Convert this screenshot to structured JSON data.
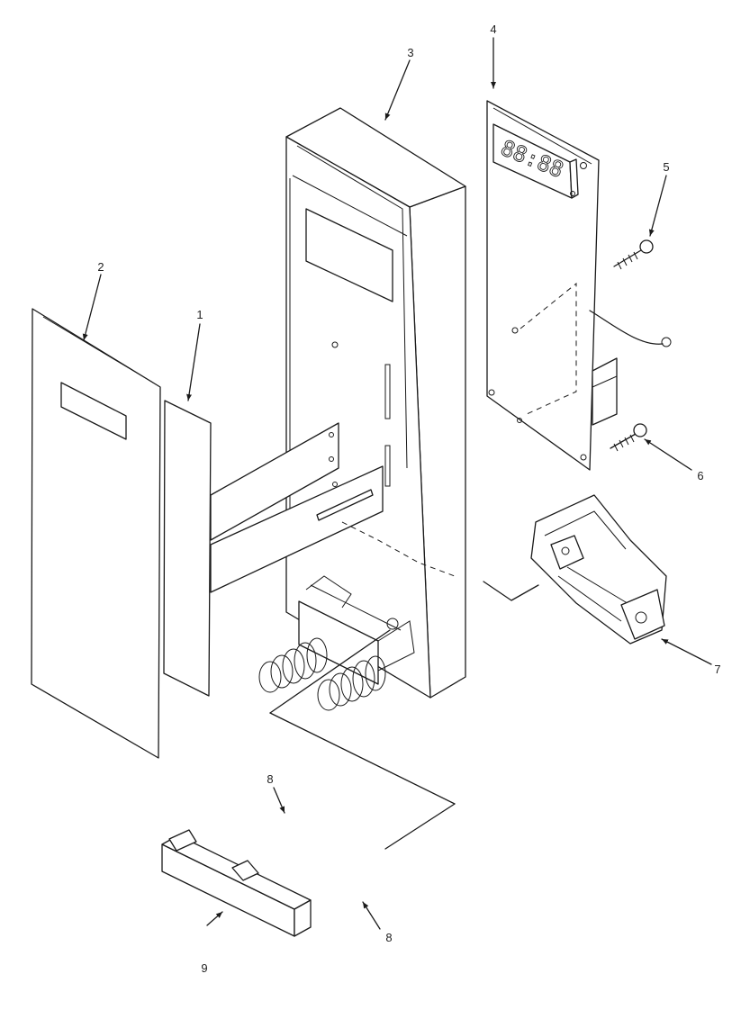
{
  "diagram": {
    "labels": {
      "p1": "1",
      "p2": "2",
      "p3": "3",
      "p4": "4",
      "p5": "5",
      "p6": "6",
      "p7": "7",
      "p8a": "8",
      "p8b": "8",
      "p9": "9"
    },
    "display_digits": "88:88"
  }
}
